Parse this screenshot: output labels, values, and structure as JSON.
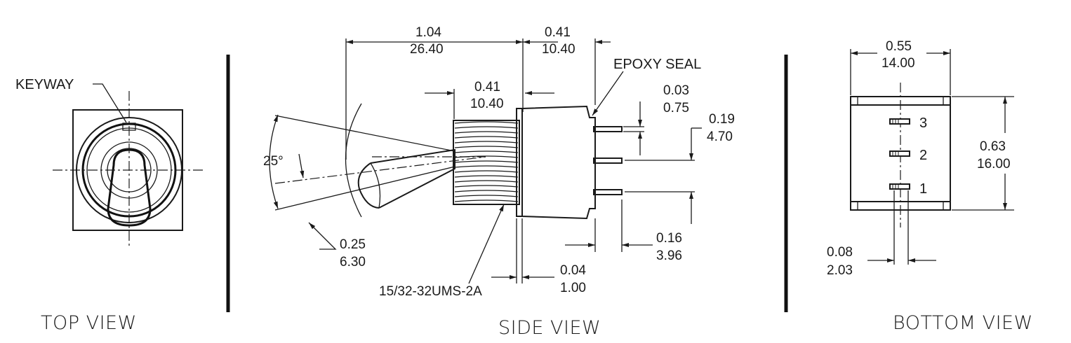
{
  "views": {
    "top": "TOP VIEW",
    "side": "SIDE VIEW",
    "bottom": "BOTTOM VIEW"
  },
  "labels": {
    "keyway": "KEYWAY",
    "epoxy_seal": "EPOXY SEAL",
    "thread": "15/32-32UMS-2A",
    "angle": "25°"
  },
  "side_dims": {
    "overall_in": "1.04",
    "overall_mm": "26.40",
    "body_in": "0.41",
    "body_mm": "10.40",
    "bushing_in": "0.41",
    "bushing_mm": "10.40",
    "term_thk_in": "0.03",
    "term_thk_mm": "0.75",
    "term_pitch_in": "0.19",
    "term_pitch_mm": "4.70",
    "handle_dia_in": "0.25",
    "handle_dia_mm": "6.30",
    "term_len_in": "0.16",
    "term_len_mm": "3.96",
    "flange_in": "0.04",
    "flange_mm": "1.00"
  },
  "bottom_dims": {
    "width_in": "0.55",
    "width_mm": "14.00",
    "height_in": "0.63",
    "height_mm": "16.00",
    "term_w_in": "0.08",
    "term_w_mm": "2.03"
  },
  "terminals": [
    "3",
    "2",
    "1"
  ]
}
